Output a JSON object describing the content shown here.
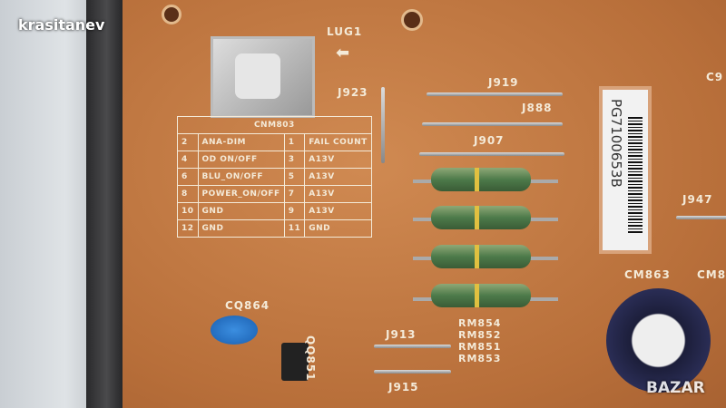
{
  "watermark": "krasitanev",
  "bazar_logo": "BAZAR",
  "labels": {
    "lug1": "LUG1",
    "j923": "J923",
    "j919": "J919",
    "j888": "J888",
    "j907": "J907",
    "j913": "J913",
    "j915": "J915",
    "j947": "J947",
    "c9": "C9",
    "cm863": "CM863",
    "cm8": "CM8",
    "cq864": "CQ864",
    "qq851": "QQ851"
  },
  "resistors": [
    "RM854",
    "RM852",
    "RM851",
    "RM853"
  ],
  "connector_table": {
    "title": "CNM803",
    "rows": [
      [
        "2",
        "ANA-DIM",
        "1",
        "FAIL COUNT"
      ],
      [
        "4",
        "OD ON/OFF",
        "3",
        "A13V"
      ],
      [
        "6",
        "BLU_ON/OFF",
        "5",
        "A13V"
      ],
      [
        "8",
        "POWER_ON/OFF",
        "7",
        "A13V"
      ],
      [
        "10",
        "GND",
        "9",
        "A13V"
      ],
      [
        "12",
        "GND",
        "11",
        "GND"
      ]
    ]
  },
  "barcode_label": "PG7100653B"
}
